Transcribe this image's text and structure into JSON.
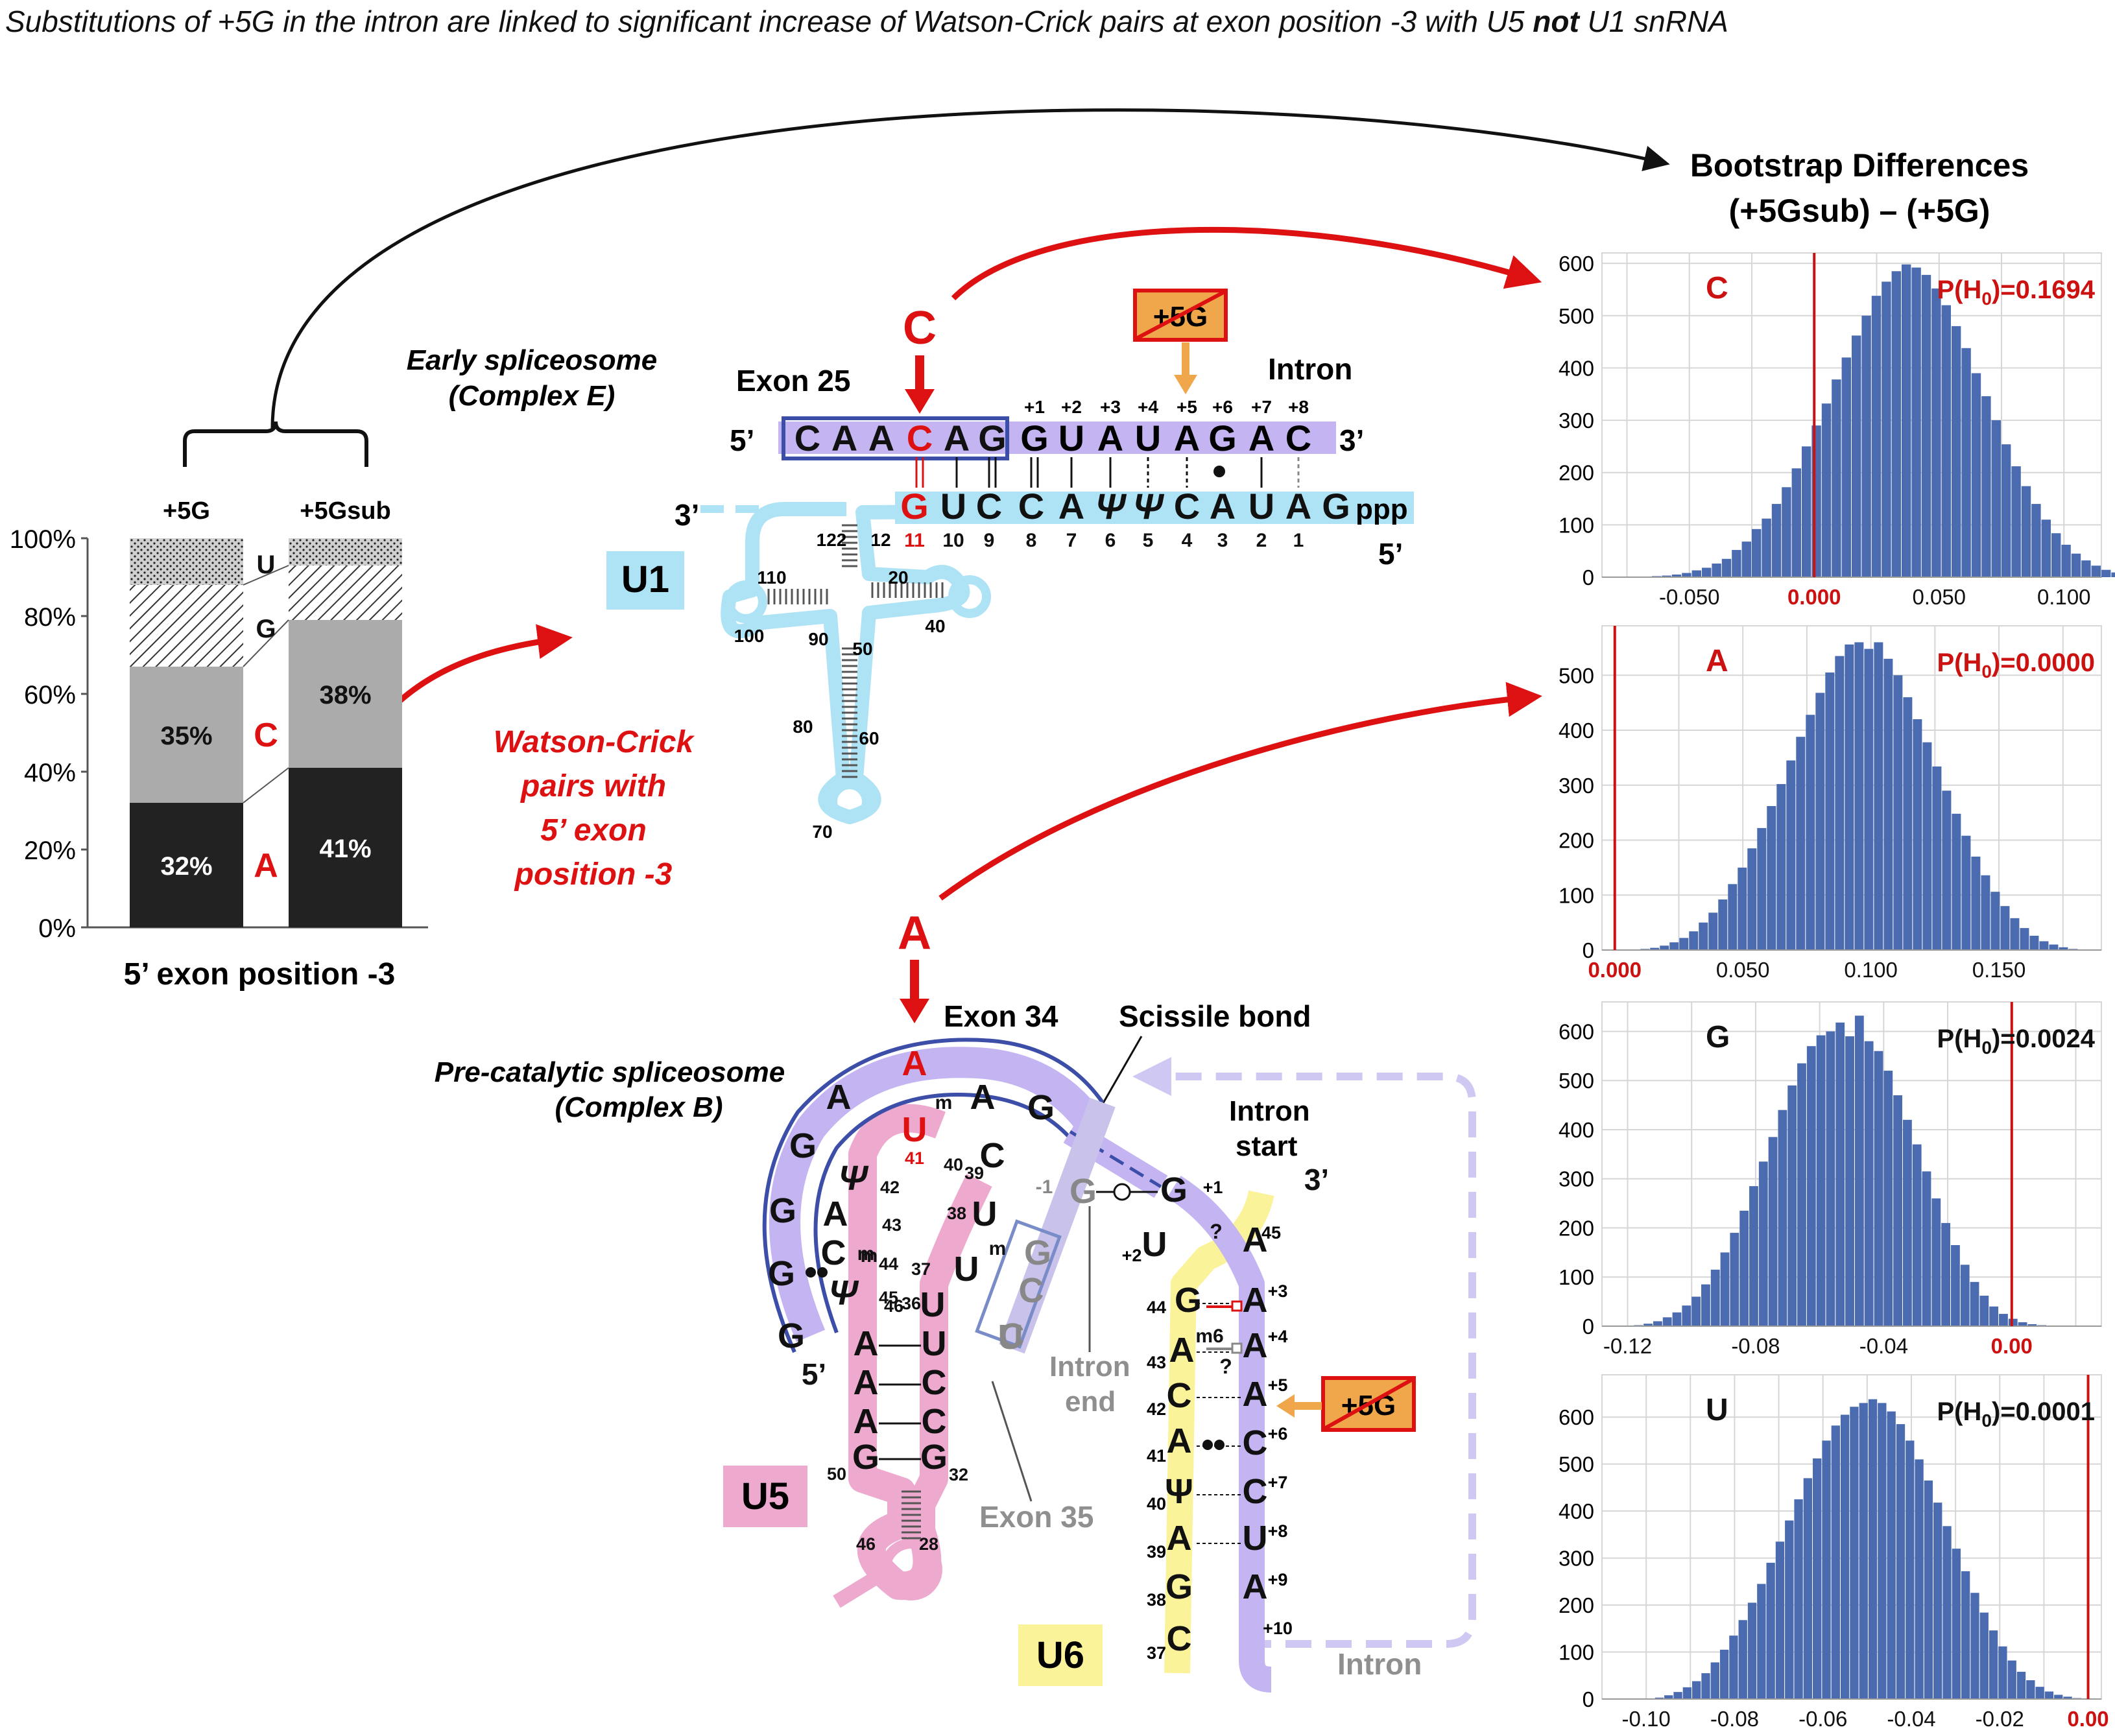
{
  "title": {
    "prefix": "Substitutions of +5G in the intron are linked to significant increase of Watson-Crick pairs at exon position -3 with U5 ",
    "emph": "not",
    "suffix": " U1 snRNA"
  },
  "bar_chart": {
    "type": "bar",
    "stacked": true,
    "categories": [
      "+5G",
      "+5Gsub"
    ],
    "xlabel": "5’ exon position -3",
    "y_ticks": [
      "0%",
      "20%",
      "40%",
      "60%",
      "80%",
      "100%"
    ],
    "ylim": [
      0,
      100
    ],
    "series": [
      {
        "name": "A",
        "values": [
          32,
          41
        ],
        "labels": [
          "32%",
          "41%"
        ],
        "color": "#222222"
      },
      {
        "name": "C",
        "values": [
          35,
          38
        ],
        "labels": [
          "35%",
          "38%"
        ],
        "color": "#ababab"
      },
      {
        "name": "G",
        "values": [
          21,
          14
        ],
        "labels": [
          "",
          ""
        ],
        "pattern": "diagonal"
      },
      {
        "name": "U",
        "values": [
          12,
          7
        ],
        "labels": [
          "",
          ""
        ],
        "pattern": "dots"
      }
    ]
  },
  "complex_e": {
    "title_line1": "Early spliceosome",
    "title_line2": "(Complex E)",
    "exon_label": "Exon 25",
    "intron_label": "Intron",
    "five_prime": "5’",
    "three_prime": "3’",
    "mutated_base": "C",
    "plus5g": "+5G",
    "exon_seq": [
      "C",
      "A",
      "A",
      "C",
      "A",
      "G"
    ],
    "intron_seq": [
      "G",
      "U",
      "A",
      "U",
      "A",
      "G",
      "A",
      "C"
    ],
    "intron_positions": [
      "+1",
      "+2",
      "+3",
      "+4",
      "+5",
      "+6",
      "+7",
      "+8"
    ],
    "u1_seq": [
      "G",
      "U",
      "C",
      "C",
      "A",
      "Ψ",
      "Ψ",
      "C",
      "A",
      "U",
      "A",
      "G"
    ],
    "u1_nums": [
      "11",
      "10",
      "9",
      "8",
      "7",
      "6",
      "5",
      "4",
      "3",
      "2",
      "1"
    ],
    "u1_ppp": "ppp",
    "u1_label": "U1",
    "u1_3prime": "3’",
    "u1_5prime": "5’",
    "u1_struct_nums": [
      "122",
      "12",
      "110",
      "20",
      "100",
      "90",
      "40",
      "50",
      "80",
      "60",
      "70"
    ]
  },
  "complex_b": {
    "title_line1": "Pre-catalytic spliceosome",
    "title_line2": "(Complex B)",
    "mutated_base": "A",
    "exon34": "Exon 34",
    "scissile": "Scissile bond",
    "intron_start_1": "Intron",
    "intron_start_2": "start",
    "intron_end_1": "Intron",
    "intron_end_2": "end",
    "exon35": "Exon 35",
    "intron": "Intron",
    "plus5g": "+5G",
    "u5_label": "U5",
    "u6_label": "U6",
    "exon34_seq": [
      "G",
      "G",
      "G",
      "G",
      "A",
      "A",
      "A",
      "G"
    ],
    "u5_seq": [
      "U",
      "Ψ",
      "A",
      "C",
      "Ψ",
      "A",
      "A",
      "A",
      "G",
      "U",
      "C",
      "C",
      "G",
      "C",
      "U",
      "U",
      "U",
      "C"
    ],
    "u5_nums": [
      "41",
      "42",
      "43",
      "44",
      "45",
      "46",
      "50",
      "40",
      "39",
      "38",
      "37",
      "36",
      "32",
      "46",
      "28"
    ],
    "u6_seq": [
      "G",
      "A",
      "C",
      "A",
      "Ψ",
      "A",
      "G",
      "C"
    ],
    "u6_nums": [
      "44",
      "43",
      "42",
      "41",
      "40",
      "39",
      "38",
      "37"
    ],
    "intron_seq": [
      "G",
      "U",
      "A",
      "A",
      "A",
      "A",
      "C",
      "C",
      "U",
      "A"
    ],
    "intron_pos": [
      "+1",
      "+2",
      "45",
      "+3",
      "+4",
      "+5",
      "+6",
      "+7",
      "+8",
      "+9",
      "+10"
    ],
    "misc": [
      "-1",
      "G",
      "G",
      "C",
      "U",
      "3’",
      "5’",
      "m",
      "m",
      "m",
      "m6",
      "?",
      "?",
      "m"
    ]
  },
  "watson_crick": {
    "line1": "Watson-Crick",
    "line2": "pairs with",
    "line3": "5’ exon",
    "line4": "position -3"
  },
  "bootstrap": {
    "title_line1": "Bootstrap Differences",
    "title_line2": "(+5Gsub) – (+5G)",
    "histograms": [
      {
        "label": "C",
        "label_color": "#cc1111",
        "p_value": "0.1694",
        "x_ticks": [
          "-0.050",
          "0.000",
          "0.050",
          "0.100"
        ],
        "x_tick_values": [
          -0.05,
          0,
          0.05,
          0.1
        ],
        "red_tick": "0.000",
        "xlim": [
          -0.085,
          0.115
        ],
        "observed": 0.0,
        "y_ticks": [
          "0",
          "100",
          "200",
          "300",
          "400",
          "500",
          "600"
        ],
        "ylim": [
          0,
          620
        ],
        "bin_start": -0.065,
        "bin_width": 0.004,
        "counts": [
          2,
          3,
          5,
          8,
          13,
          18,
          26,
          35,
          52,
          68,
          92,
          112,
          140,
          172,
          208,
          250,
          290,
          332,
          378,
          420,
          462,
          500,
          538,
          565,
          585,
          598,
          592,
          578,
          552,
          520,
          480,
          438,
          390,
          346,
          300,
          254,
          212,
          174,
          140,
          110,
          84,
          62,
          45,
          32,
          22,
          14,
          9,
          5,
          3,
          2
        ]
      },
      {
        "label": "A",
        "label_color": "#cc1111",
        "p_value": "0.0000",
        "x_ticks": [
          "0.000",
          "0.050",
          "0.100",
          "0.150"
        ],
        "x_tick_values": [
          0,
          0.05,
          0.1,
          0.15
        ],
        "red_tick": "0.000",
        "xlim": [
          -0.005,
          0.19
        ],
        "observed": 0.0,
        "y_ticks": [
          "0",
          "100",
          "200",
          "300",
          "400",
          "500"
        ],
        "ylim": [
          0,
          590
        ],
        "bin_start": 0.01,
        "bin_width": 0.0038,
        "counts": [
          2,
          4,
          8,
          14,
          22,
          34,
          50,
          68,
          92,
          120,
          150,
          185,
          222,
          262,
          302,
          345,
          388,
          428,
          468,
          505,
          535,
          556,
          560,
          548,
          560,
          530,
          500,
          460,
          420,
          378,
          334,
          290,
          248,
          208,
          170,
          136,
          106,
          80,
          58,
          40,
          26,
          16,
          10,
          5,
          2
        ]
      },
      {
        "label": "G",
        "label_color": "#111111",
        "p_value": "0.0024",
        "x_ticks": [
          "-0.12",
          "-0.08",
          "-0.04",
          "0.00"
        ],
        "x_tick_values": [
          -0.12,
          -0.08,
          -0.04,
          0
        ],
        "red_tick": "0.00",
        "xlim": [
          -0.128,
          0.028
        ],
        "observed": 0.0,
        "y_ticks": [
          "0",
          "100",
          "200",
          "300",
          "400",
          "500",
          "600"
        ],
        "ylim": [
          0,
          660
        ],
        "bin_start": -0.118,
        "bin_width": 0.003,
        "counts": [
          2,
          5,
          10,
          18,
          28,
          42,
          60,
          85,
          115,
          150,
          190,
          235,
          285,
          335,
          385,
          440,
          490,
          535,
          570,
          592,
          600,
          618,
          590,
          632,
          580,
          560,
          520,
          470,
          420,
          370,
          315,
          260,
          210,
          165,
          125,
          90,
          62,
          40,
          25,
          15,
          8,
          4,
          2
        ]
      },
      {
        "label": "U",
        "label_color": "#111111",
        "p_value": "0.0001",
        "x_ticks": [
          "-0.10",
          "-0.08",
          "-0.06",
          "-0.04",
          "-0.02",
          "0.00"
        ],
        "x_tick_values": [
          -0.1,
          -0.08,
          -0.06,
          -0.04,
          -0.02,
          0
        ],
        "red_tick": "0.00",
        "xlim": [
          -0.11,
          0.003
        ],
        "observed": 0.0,
        "y_ticks": [
          "0",
          "100",
          "200",
          "300",
          "400",
          "500",
          "600"
        ],
        "ylim": [
          0,
          690
        ],
        "bin_start": -0.098,
        "bin_width": 0.0021,
        "counts": [
          3,
          8,
          15,
          25,
          38,
          55,
          78,
          105,
          135,
          168,
          205,
          245,
          290,
          335,
          380,
          425,
          470,
          512,
          550,
          582,
          605,
          622,
          630,
          638,
          630,
          612,
          585,
          550,
          510,
          465,
          418,
          368,
          320,
          272,
          226,
          184,
          146,
          112,
          82,
          58,
          40,
          26,
          16,
          9,
          5,
          2
        ]
      }
    ]
  }
}
